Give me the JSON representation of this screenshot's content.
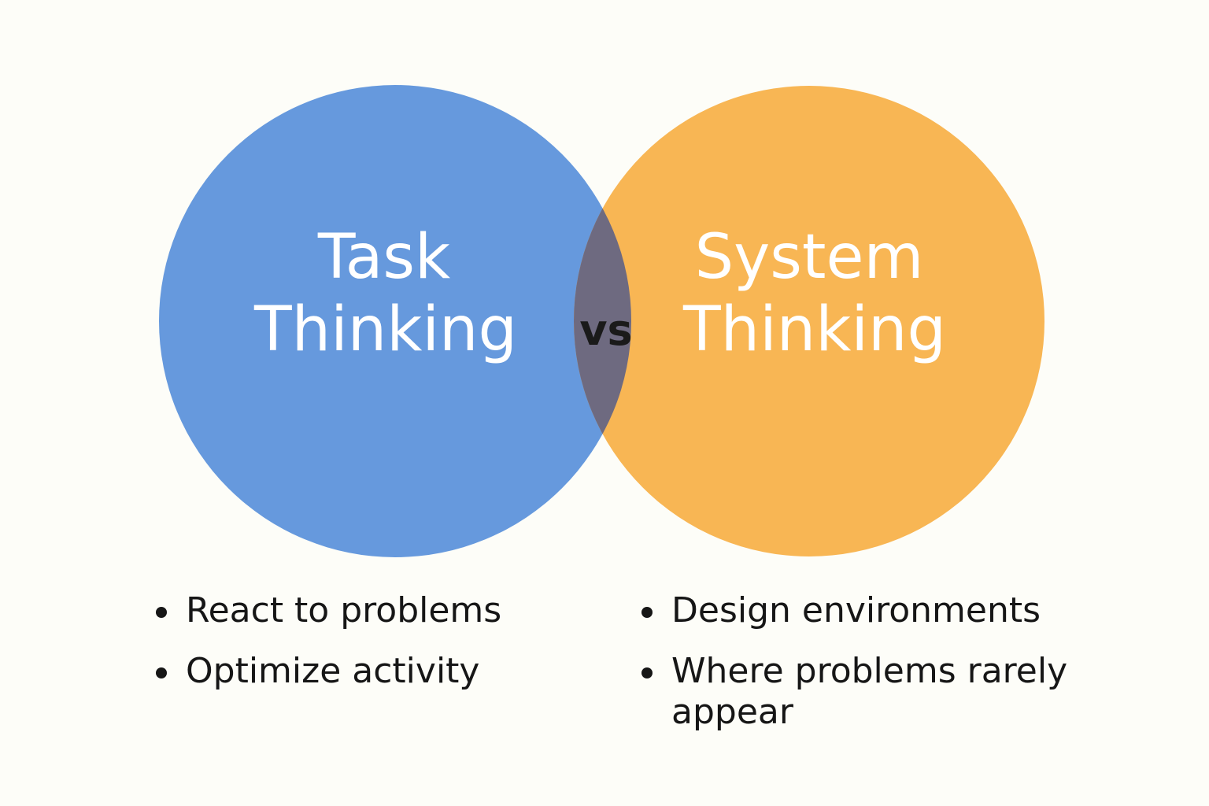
{
  "colors": {
    "task": "#6699dd",
    "system": "#f8b654",
    "overlap": "#6e6a80",
    "background": "#fdfdf8"
  },
  "left": {
    "title_line1": "Task",
    "title_line2": "Thinking",
    "bullets": [
      "React to problems",
      "Optimize activity"
    ]
  },
  "center": {
    "label": "vs"
  },
  "right": {
    "title_line1": "System",
    "title_line2": "Thinking",
    "bullets": [
      "Design environments",
      "Where problems rarely appear"
    ]
  }
}
